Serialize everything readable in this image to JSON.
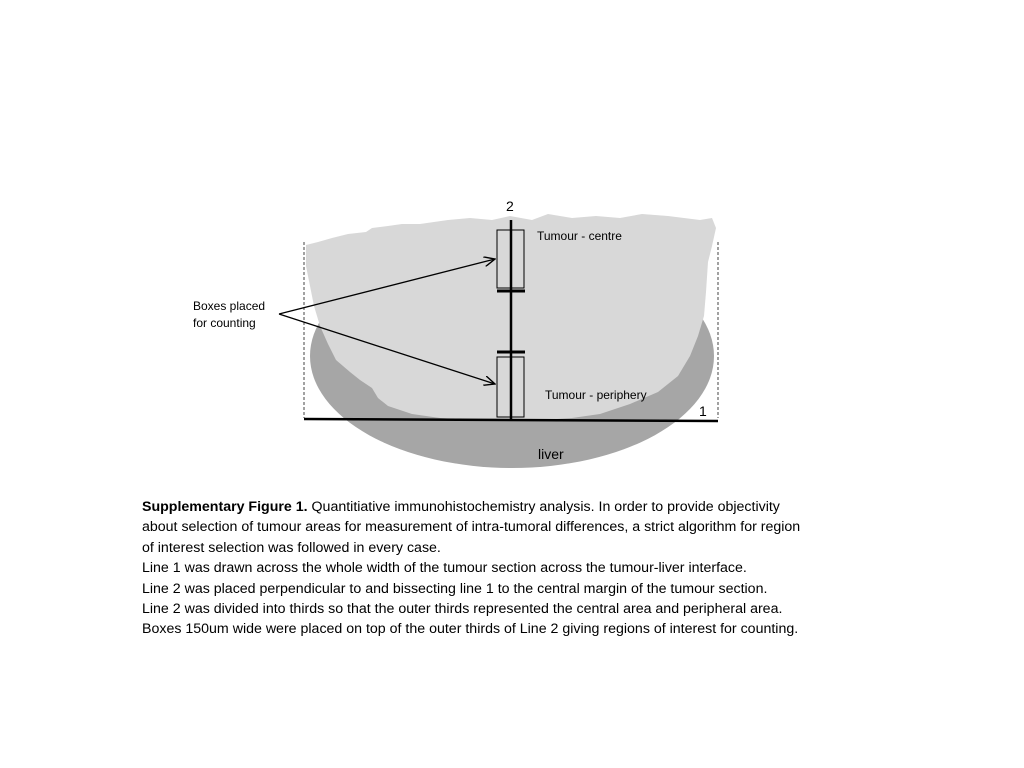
{
  "diagram": {
    "labels": {
      "line2": "2",
      "line1": "1",
      "centre": "Tumour - centre",
      "periphery": "Tumour - periphery",
      "liver": "liver",
      "boxes_line1": "Boxes placed",
      "boxes_line2": "for counting"
    },
    "colors": {
      "tumour": "#d8d8d8",
      "liver": "#a6a6a6",
      "line": "#000000"
    }
  },
  "caption": {
    "title": "Supplementary Figure 1.",
    "intro_line1": "Quantitiative immunohistochemistry analysis. In order to provide objectivity",
    "intro_line2": "about selection of tumour areas for measurement of intra-tumoral differences, a strict algorithm for region",
    "intro_line3": "of interest selection was followed in every case.",
    "line_a": "Line 1 was drawn across the whole width of the tumour section across the tumour-liver interface.",
    "line_b": "Line 2 was placed perpendicular to and bissecting line 1 to the central margin of the tumour section.",
    "line_c": "Line 2 was divided into thirds so that the outer thirds represented the central area and peripheral area.",
    "line_d": "Boxes 150um wide were placed on top of the outer thirds of Line 2 giving regions of interest for counting."
  }
}
